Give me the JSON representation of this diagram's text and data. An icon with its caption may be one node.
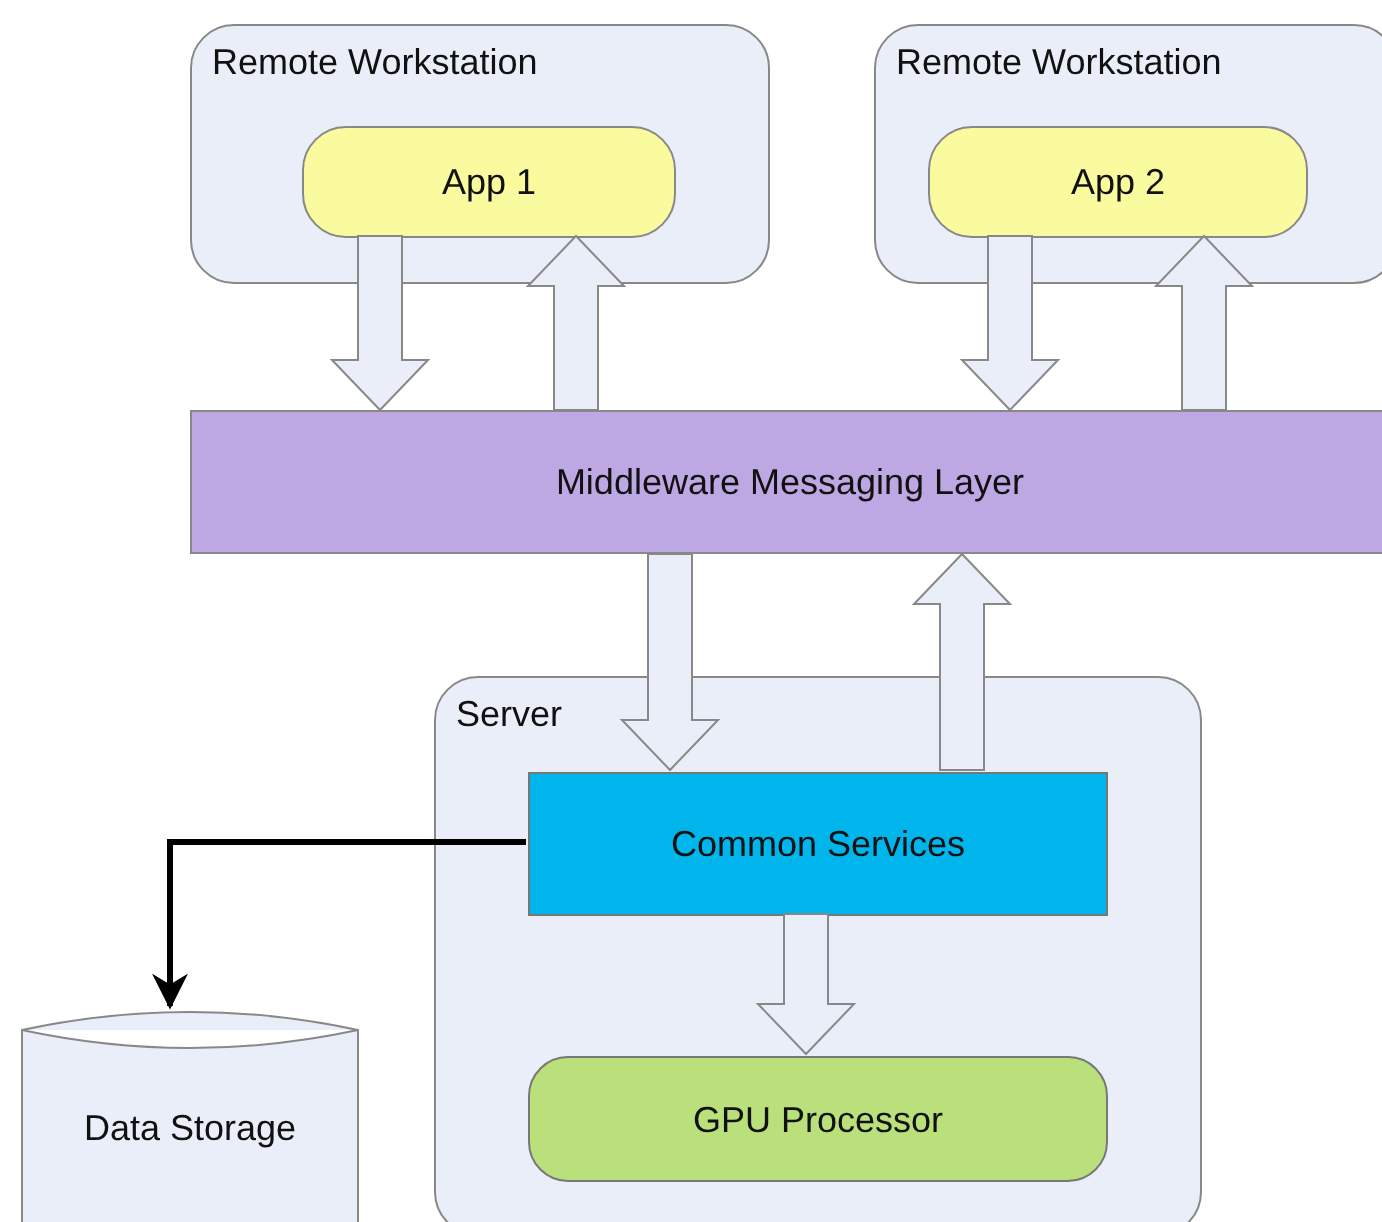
{
  "diagram": {
    "nodes": [
      {
        "text": [
          "Remote Workstation"
        ]
      },
      {
        "text": [
          "App 1"
        ],
        "in": 0
      },
      {
        "text": [
          "Remote Workstation"
        ]
      },
      {
        "text": [
          "App 2"
        ],
        "in": 2
      },
      {
        "text": [
          "Middleware Messaging Layer"
        ]
      },
      {
        "text": [
          "Server"
        ]
      },
      {
        "text": [
          "Common Services"
        ],
        "in": 5
      },
      {
        "text": [
          "GPU Processor"
        ],
        "in": 5
      },
      {
        "text": [
          "Data Storage"
        ]
      }
    ],
    "edges": [
      {
        "from": 1,
        "to": 4,
        "arrow": "to",
        "style": "thick"
      },
      {
        "from": 4,
        "to": 1,
        "arrow": "to",
        "style": "thick"
      },
      {
        "from": 3,
        "to": 4,
        "arrow": "to",
        "style": "thick"
      },
      {
        "from": 4,
        "to": 3,
        "arrow": "to",
        "style": "thick"
      },
      {
        "from": 4,
        "to": 6,
        "arrow": "to",
        "style": "thick"
      },
      {
        "from": 6,
        "to": 4,
        "arrow": "to",
        "style": "thick"
      },
      {
        "from": 6,
        "to": 7,
        "arrow": "to",
        "style": "thick"
      },
      {
        "from": 6,
        "to": 8,
        "arrow": "to",
        "color": "#000000"
      }
    ]
  }
}
